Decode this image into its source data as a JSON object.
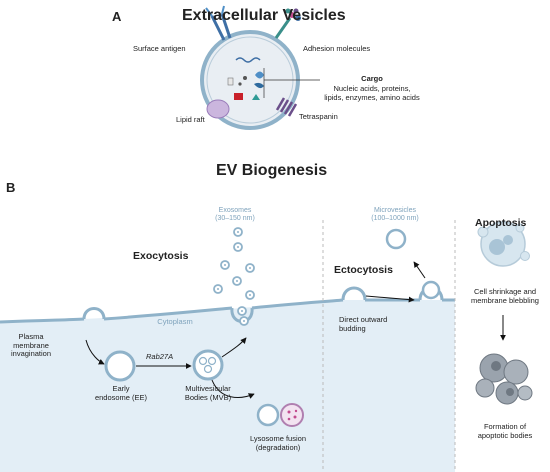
{
  "panel_a": {
    "letter": "A",
    "title": "Extracellular Vesicles",
    "labels": {
      "surface_antigen": "Surface antigen",
      "adhesion_molecules": "Adhesion molecules",
      "cargo_title": "Cargo",
      "cargo_text": "Nucleic acids, proteins,\nlipids, enzymes, amino acids",
      "lipid_raft": "Lipid raft",
      "tetraspanin": "Tetraspanin"
    }
  },
  "panel_b": {
    "letter": "B",
    "title": "EV Biogenesis",
    "exosomes": "Exosomes\n(30–150 nm)",
    "microvesicles": "Microvesicles\n(100–1000 nm)",
    "exocytosis": "Exocytosis",
    "ectocytosis": "Ectocytosis",
    "apoptosis": "Apoptosis",
    "cytoplasm": "Cytoplasm",
    "plasma_membrane": "Plasma\nmembrane\ninvagination",
    "early_endosome": "Early\nendosome (EE)",
    "rab27a": "Rab27A",
    "mvb": "Multivesicular\nBodies (MVB)",
    "lysosome": "Lysosome fusion\n(degradation)",
    "direct_budding": "Direct outward\nbudding",
    "cell_shrinkage": "Cell shrinkage and\nmembrane blebbling",
    "apoptotic_bodies": "Formation of\napoptotic bodies"
  },
  "colors": {
    "membrane": "#8fb2c9",
    "cytoplasm_fill": "#e3eef6",
    "vesicle_fill": "#e9eef3",
    "tetraspanin": "#6b4f8a",
    "lipid_raft": "#cbb6de",
    "apoptotic_cell": "#9aa3ad"
  }
}
